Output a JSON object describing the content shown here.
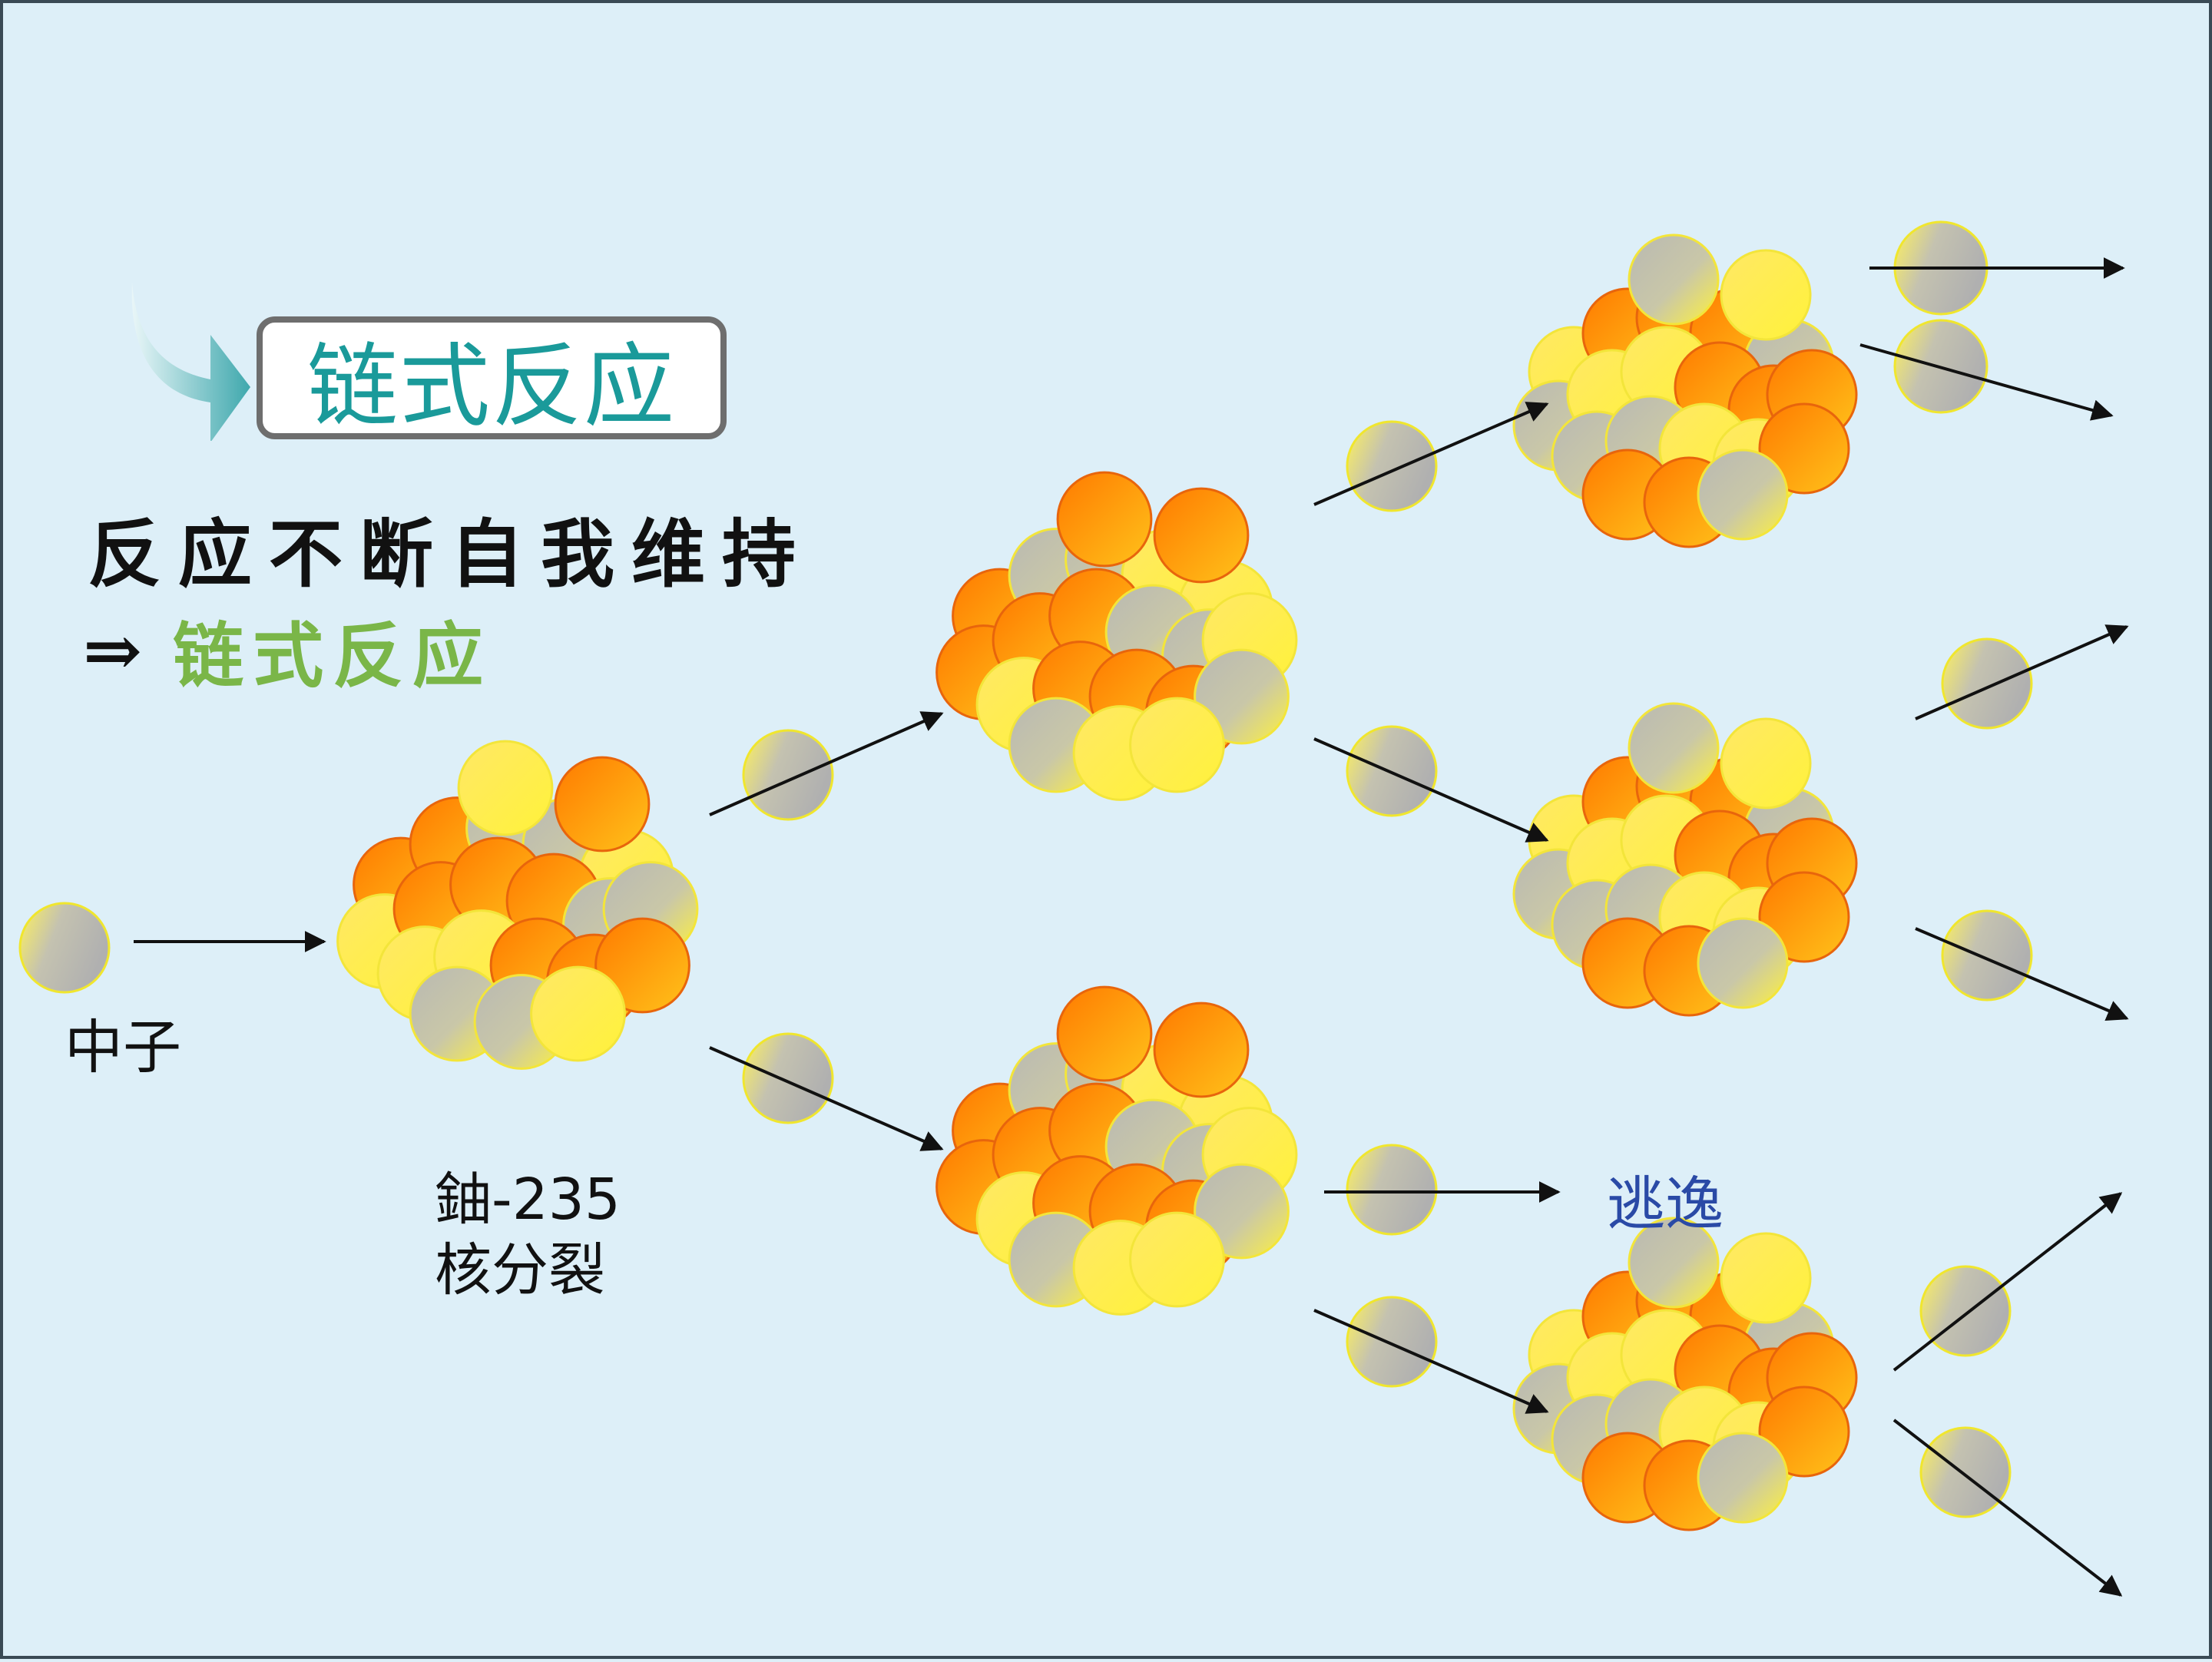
{
  "title": "链式反应",
  "subtitle": "反应不断自我维持",
  "conclusion": {
    "symbol": "⇒",
    "term": "链式反应"
  },
  "labels": {
    "neutron": "中子",
    "fission_line1": "鈾-235",
    "fission_line2": "核分裂",
    "escape": "逃逸"
  },
  "colors": {
    "background": "#ddeff8",
    "title_text": "#1a9a9a",
    "title_border": "#6e6e6e",
    "conclusion_term": "#7ab648",
    "escape_label": "#2a4aa6",
    "nucleus_orange": "#ff8a00",
    "nucleus_yellow": "#ffee33",
    "neutron_gray": "#b3b3b3"
  },
  "icons": [
    "curved-arrow-icon",
    "implies-arrow-icon"
  ]
}
